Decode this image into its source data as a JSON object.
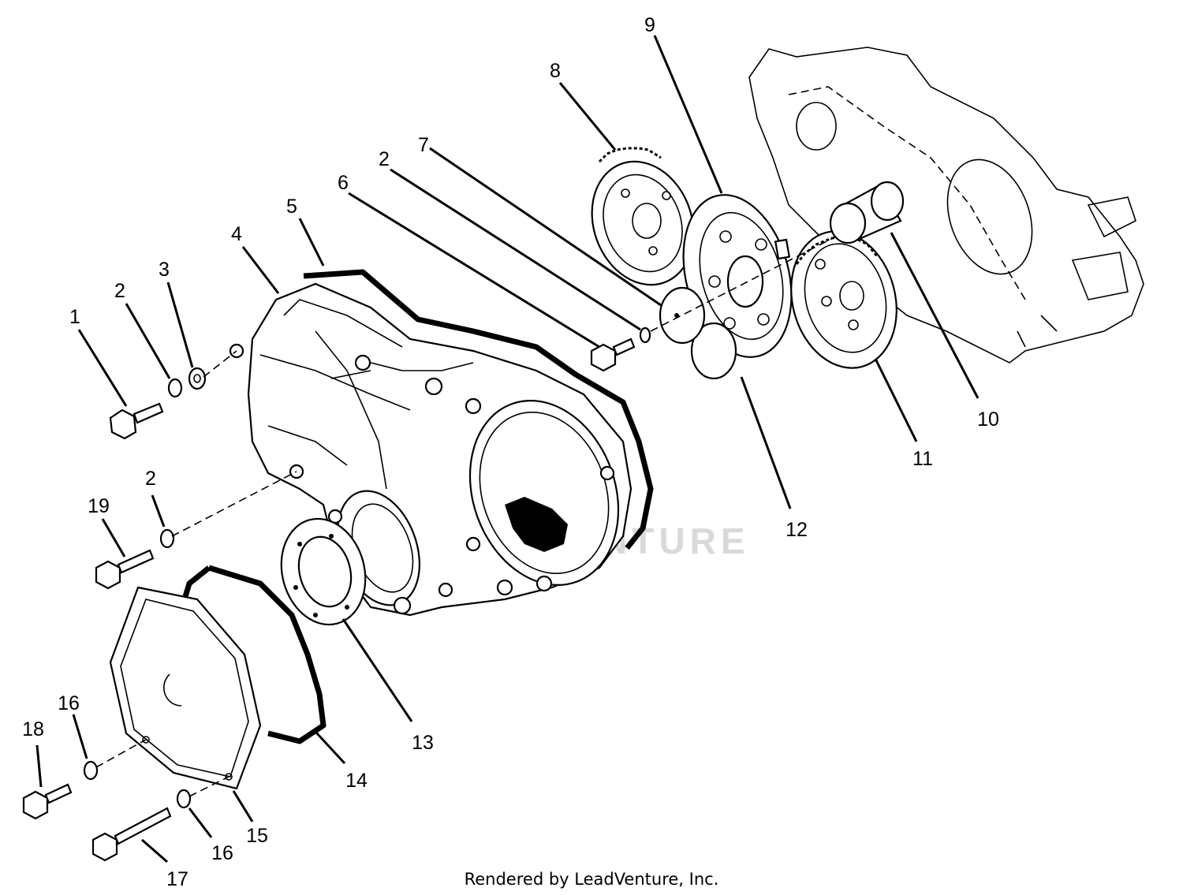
{
  "callouts": {
    "c1": "1",
    "c2a": "2",
    "c3": "3",
    "c4": "4",
    "c5": "5",
    "c6": "6",
    "c2b": "2",
    "c7": "7",
    "c8": "8",
    "c9": "9",
    "c10": "10",
    "c11": "11",
    "c12": "12",
    "c19": "19",
    "c2c": "2",
    "c13": "13",
    "c14": "14",
    "c15": "15",
    "c16a": "16",
    "c16b": "16",
    "c17": "17",
    "c18": "18"
  },
  "watermark": "LEADVENTURE",
  "footer": "Rendered by LeadVenture, Inc."
}
